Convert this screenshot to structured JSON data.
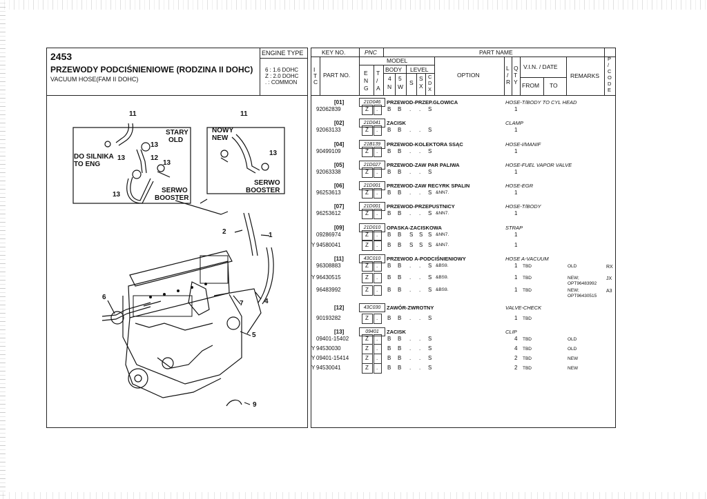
{
  "header": {
    "section_no": "2453",
    "title_pl": "PRZEWODY PODCIŚNIENIOWE (RODZINA II DOHC)",
    "title_en": "VACUUM HOSE(FAM II DOHC)",
    "engine_type_label": "ENGINE TYPE",
    "engine_codes": [
      "6 : 1.6 DOHC",
      "Z : 2.0 DOHC",
      ". : COMMON"
    ]
  },
  "table_header": {
    "key_no": "KEY NO.",
    "pnc": "PNC",
    "part_name": "PART NAME",
    "itc": [
      "I",
      "T",
      "C"
    ],
    "part_no": "PART NO.",
    "model": "MODEL",
    "eng": [
      "E",
      "N",
      "G"
    ],
    "ta": [
      "T",
      "/",
      "A"
    ],
    "body": "BODY",
    "level": "LEVEL",
    "body_4n": [
      "4",
      "N"
    ],
    "body_5w": [
      "5",
      "W"
    ],
    "level_s": "S",
    "level_sx": [
      "S",
      "X"
    ],
    "level_cdx": [
      "C",
      "D",
      "X"
    ],
    "option": "OPTION",
    "lr": [
      "L",
      "/",
      "R"
    ],
    "qty": [
      "Q",
      "T",
      "Y"
    ],
    "vin_date": "V.I.N. / DATE",
    "from": "FROM",
    "to": "TO",
    "remarks": "REMARKS",
    "pcode": [
      "P",
      "/",
      "C",
      "O",
      "D",
      "E"
    ]
  },
  "groups": [
    {
      "key": "[01]",
      "pnc": "21D046",
      "name_pl": "PRZEWOD-PRZEP.GLOWICA",
      "name_en": "HOSE-T/BODY TO CYL HEAD",
      "parts": [
        {
          "itc": "",
          "part_no": "92062839",
          "eng": "Z",
          "ta": ".",
          "b4": "B",
          "b5": "B",
          "s": ".",
          "sx": ".",
          "cdx": "S",
          "opt": "",
          "qty": "1",
          "from": "",
          "remark": "",
          "code": ""
        }
      ]
    },
    {
      "key": "[02]",
      "pnc": "21D041",
      "name_pl": "ZACISK",
      "name_en": "CLAMP",
      "parts": [
        {
          "itc": "",
          "part_no": "92063133",
          "eng": "Z",
          "ta": ".",
          "b4": "B",
          "b5": "B",
          "s": ".",
          "sx": ".",
          "cdx": "S",
          "opt": "",
          "qty": "1",
          "from": "",
          "remark": "",
          "code": ""
        }
      ]
    },
    {
      "key": "[04]",
      "pnc": "21B139",
      "name_pl": "PRZEWOD-KOLEKTORA SSĄC",
      "name_en": "HOSE-I/MANIF",
      "parts": [
        {
          "itc": "",
          "part_no": "90499109",
          "eng": "Z",
          "ta": ".",
          "b4": "B",
          "b5": "B",
          "s": ".",
          "sx": ".",
          "cdx": "S",
          "opt": "",
          "qty": "1",
          "from": "",
          "remark": "",
          "code": ""
        }
      ]
    },
    {
      "key": "[05]",
      "pnc": "21D027",
      "name_pl": "PRZEWOD-ZAW PAR PALIWA",
      "name_en": "HOSE-FUEL VAPOR VALVE",
      "parts": [
        {
          "itc": "",
          "part_no": "92063338",
          "eng": "Z",
          "ta": ".",
          "b4": "B",
          "b5": "B",
          "s": ".",
          "sx": ".",
          "cdx": "S",
          "opt": "",
          "qty": "1",
          "from": "",
          "remark": "",
          "code": ""
        }
      ]
    },
    {
      "key": "[06]",
      "pnc": "21D001",
      "name_pl": "PRZEWOD-ZAW RECYRK SPALIN",
      "name_en": "HOSE-EGR",
      "parts": [
        {
          "itc": "",
          "part_no": "96253613",
          "eng": "Z",
          "ta": ".",
          "b4": "B",
          "b5": "B",
          "s": ".",
          "sx": ".",
          "cdx": "S",
          "opt": "&NN7.",
          "qty": "1",
          "from": "",
          "remark": "",
          "code": ""
        }
      ]
    },
    {
      "key": "[07]",
      "pnc": "21D001",
      "name_pl": "PRZEWOD-PRZEPUSTNICY",
      "name_en": "HOSE-T/BODY",
      "parts": [
        {
          "itc": "",
          "part_no": "96253612",
          "eng": "Z",
          "ta": ".",
          "b4": "B",
          "b5": "B",
          "s": ".",
          "sx": ".",
          "cdx": "S",
          "opt": "&NN7.",
          "qty": "1",
          "from": "",
          "remark": "",
          "code": ""
        }
      ]
    },
    {
      "key": "[09]",
      "pnc": "21D010",
      "name_pl": "OPASKA-ZACISKOWA",
      "name_en": "STRAP",
      "parts": [
        {
          "itc": "",
          "part_no": "09286974",
          "eng": "Z",
          "ta": ".",
          "b4": "B",
          "b5": "B",
          "s": "S",
          "sx": "S",
          "cdx": "S",
          "opt": "&NN7.",
          "qty": "1",
          "from": "",
          "remark": "",
          "code": ""
        },
        {
          "itc": "Y",
          "part_no": "94580041",
          "eng": "Z",
          "ta": ".",
          "b4": "B",
          "b5": "B",
          "s": "S",
          "sx": "S",
          "cdx": "S",
          "opt": "&NN7.",
          "qty": "1",
          "from": "",
          "remark": "",
          "code": ""
        }
      ]
    },
    {
      "key": "[11]",
      "pnc": "43C010",
      "name_pl": "PRZEWOD A-PODCIŚNIENIOWY",
      "name_en": "HOSE A-VACUUM",
      "parts": [
        {
          "itc": "",
          "part_no": "96308883",
          "eng": "Z",
          "ta": ".",
          "b4": "B",
          "b5": "B",
          "s": ".",
          "sx": ".",
          "cdx": "S",
          "opt": "&BS9.",
          "qty": "1",
          "from": "TBD",
          "remark": "OLD",
          "code": "RX"
        },
        {
          "itc": "Y",
          "part_no": "96430515",
          "eng": "Z",
          "ta": ".",
          "b4": "B",
          "b5": "B",
          "s": ".",
          "sx": ".",
          "cdx": "S",
          "opt": "&BS9.",
          "qty": "1",
          "from": "TBD",
          "remark": "NEW;",
          "remark2": "OPT96483992",
          "code": "JX"
        },
        {
          "itc": "",
          "part_no": "96483992",
          "eng": "Z",
          "ta": ".",
          "b4": "B",
          "b5": "B",
          "s": ".",
          "sx": ".",
          "cdx": "S",
          "opt": "&BS9.",
          "qty": "1",
          "from": "TBD",
          "remark": "NEW;",
          "remark2": "OPT96430515",
          "code": "A3"
        }
      ]
    },
    {
      "key": "[12]",
      "pnc": "43C030",
      "name_pl": "ZAWÓR-ZWROTNY",
      "name_en": "VALVE-CHECK",
      "parts": [
        {
          "itc": "",
          "part_no": "90193282",
          "eng": "Z",
          "ta": ".",
          "b4": "B",
          "b5": "B",
          "s": ".",
          "sx": ".",
          "cdx": "S",
          "opt": "",
          "qty": "1",
          "from": "TBD",
          "remark": "",
          "code": ""
        }
      ]
    },
    {
      "key": "[13]",
      "pnc": "09401",
      "name_pl": "ZACISK",
      "name_en": "CLIP",
      "parts": [
        {
          "itc": "",
          "part_no": "09401-15402",
          "eng": "Z",
          "ta": ".",
          "b4": "B",
          "b5": "B",
          "s": ".",
          "sx": ".",
          "cdx": "S",
          "opt": "",
          "qty": "4",
          "from": "TBD",
          "remark": "OLD",
          "code": ""
        },
        {
          "itc": "Y",
          "part_no": "94530030",
          "eng": "Z",
          "ta": ".",
          "b4": "B",
          "b5": "B",
          "s": ".",
          "sx": ".",
          "cdx": "S",
          "opt": "",
          "qty": "4",
          "from": "TBD",
          "remark": "OLD",
          "code": ""
        },
        {
          "itc": "Y",
          "part_no": "09401-15414",
          "eng": "Z",
          "ta": ".",
          "b4": "B",
          "b5": "B",
          "s": ".",
          "sx": ".",
          "cdx": "S",
          "opt": "",
          "qty": "2",
          "from": "TBD",
          "remark": "NEW",
          "code": ""
        },
        {
          "itc": "Y",
          "part_no": "94530041",
          "eng": "Z",
          "ta": ".",
          "b4": "B",
          "b5": "B",
          "s": ".",
          "sx": ".",
          "cdx": "S",
          "opt": "",
          "qty": "2",
          "from": "TBD",
          "remark": "NEW",
          "code": ""
        }
      ]
    }
  ],
  "diagram": {
    "callouts": [
      "11",
      "11",
      "13",
      "12",
      "13",
      "13",
      "13",
      "13",
      "2",
      "1",
      "6",
      "7",
      "4",
      "5",
      "9"
    ],
    "labels": {
      "stary_old": [
        "STARY",
        "OLD"
      ],
      "nowy_new": [
        "NOWY",
        "NEW"
      ],
      "do_silnika": [
        "DO SILNIKA",
        "TO ENG"
      ],
      "serwo_left": [
        "SERWO",
        "BOOSTER"
      ],
      "serwo_right": [
        "SERWO",
        "BOOSTER"
      ]
    }
  }
}
